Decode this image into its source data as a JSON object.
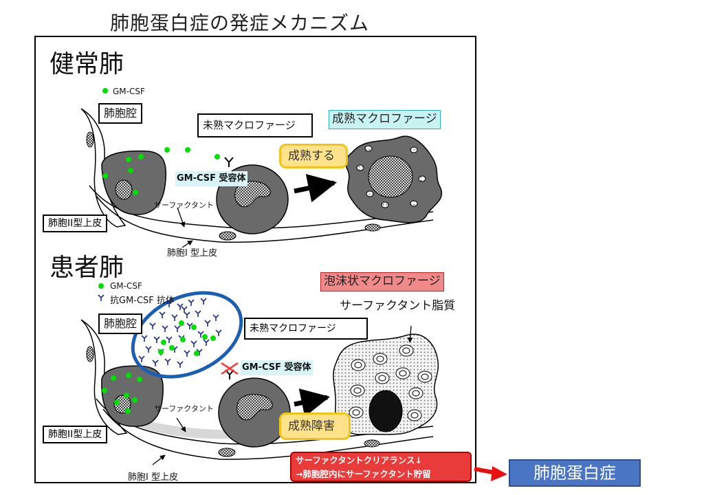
{
  "title": "肺胞蛋白症の発症メカニズム",
  "healthy": {
    "heading": "健常肺",
    "legend_gmcsf": "GM-CSF",
    "alveolar_space": "肺胞腔",
    "immature_macrophage": "未熟マクロファージ",
    "mature_macrophage": "成熟マクロファージ",
    "maturation": "成熟する",
    "receptor": "GM-CSF 受容体",
    "surfactant": "サーファクタント",
    "type2_epithelium": "肺胞II型上皮",
    "type1_epithelium": "肺胞I 型上皮"
  },
  "patient": {
    "heading": "患者肺",
    "legend_gmcsf": "GM-CSF",
    "legend_antibody": "抗GM-CSF 抗体",
    "alveolar_space": "肺胞腔",
    "immature_macrophage": "未熟マクロファージ",
    "foamy_macrophage": "泡沫状マクロファージ",
    "surfactant_lipid": "サーファクタント脂質",
    "receptor": "GM-CSF 受容体",
    "surfactant": "サーファクタント",
    "maturation_disorder": "成熟障害",
    "type2_epithelium": "肺胞II型上皮",
    "type1_epithelium": "肺胞I 型上皮"
  },
  "clearance": {
    "line1": "サーファクタントクリアランス↓",
    "line2": "→肺胞腔内にサーファクタント貯留"
  },
  "result": "肺胞蛋白症",
  "colors": {
    "gmcsf_dot": "#00e000",
    "antibody": "#1f2a8a",
    "ellipse": "#1a5fb4",
    "cell_fill": "#6a6a6a",
    "red": "#ea3b3b",
    "blue_box": "#4a74c4",
    "cyan": "#c9f3f3",
    "yellow": "#ffe28a"
  },
  "icons": {
    "gmcsf": "green-dot-icon",
    "antibody": "y-shaped-antibody-icon",
    "receptor": "y-receptor-icon",
    "blocked": "x-mark-icon",
    "arrow": "right-arrow-icon"
  }
}
